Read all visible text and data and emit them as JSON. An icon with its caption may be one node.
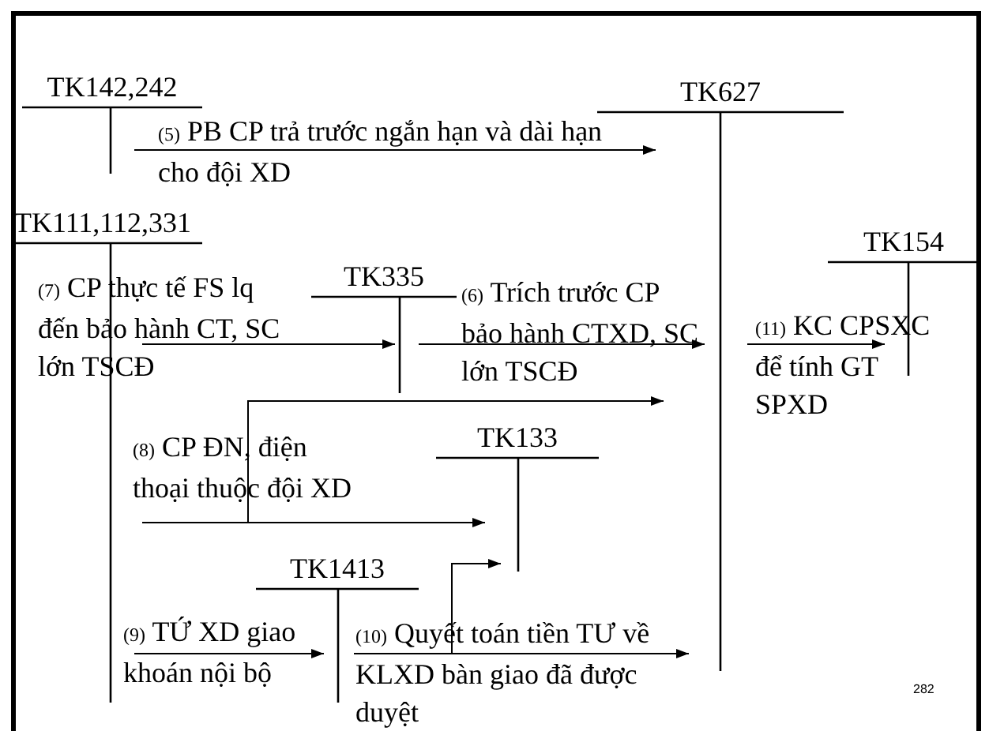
{
  "diagram": {
    "nodes": [
      {
        "text": [
          "TK142,242"
        ]
      },
      {
        "text": [
          "TK627"
        ]
      },
      {
        "text": [
          "TK111,112,331"
        ]
      },
      {
        "text": [
          "TK154"
        ]
      },
      {
        "text": [
          "TK335"
        ]
      },
      {
        "text": [
          "TK133"
        ]
      },
      {
        "text": [
          "TK1413"
        ]
      }
    ],
    "edges": [
      {
        "from": 0,
        "to": 1,
        "arrow": "to",
        "label": "(5) PB CP trả trước ngắn hạn và dài hạn cho đội XD"
      },
      {
        "from": 2,
        "to": 4,
        "arrow": "to",
        "label": "(7) CP thực tế FS lq đến bảo hành CT, SC lớn TSCĐ"
      },
      {
        "from": 4,
        "to": 1,
        "arrow": "to",
        "label": "(6) Trích trước CP bảo hành CTXD, SC lớn TSCĐ"
      },
      {
        "from": 2,
        "to": 1,
        "arrow": "to",
        "label": "(8) CP ĐN, điện thoại thuộc đội XD"
      },
      {
        "from": 2,
        "to": 5,
        "arrow": "to"
      },
      {
        "from": 2,
        "to": 6,
        "arrow": "to",
        "label": "(9) TỨ XD giao khoán nội bộ"
      },
      {
        "from": 6,
        "to": 1,
        "arrow": "to",
        "label": "(10) Quyết toán tiền TƯ về KLXD bàn giao đã được duyệt"
      },
      {
        "from": 6,
        "to": 5,
        "arrow": "to"
      },
      {
        "from": 1,
        "to": 3,
        "arrow": "to",
        "label": "(11) KC CPSXC để tính GT SPXD"
      }
    ],
    "labels": [
      "282"
    ]
  }
}
